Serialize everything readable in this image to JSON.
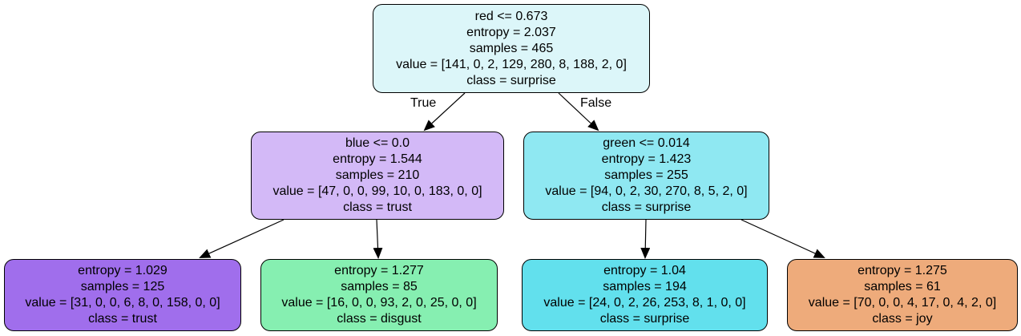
{
  "nodes": {
    "root": {
      "split": "red <= 0.673",
      "entropy": "entropy = 2.037",
      "samples": "samples = 465",
      "value": "value = [141, 0, 2, 129, 280, 8, 188, 2, 0]",
      "class": "class = surprise",
      "color": "#dcf6f9"
    },
    "left": {
      "split": "blue <= 0.0",
      "entropy": "entropy = 1.544",
      "samples": "samples = 210",
      "value": "value = [47, 0, 0, 99, 10, 0, 183, 0, 0]",
      "class": "class = trust",
      "color": "#d3b9f7"
    },
    "right": {
      "split": "green <= 0.014",
      "entropy": "entropy = 1.423",
      "samples": "samples = 255",
      "value": "value = [94, 0, 2, 30, 270, 8, 5, 2, 0]",
      "class": "class = surprise",
      "color": "#8fe8f2"
    },
    "left_left": {
      "entropy": "entropy = 1.029",
      "samples": "samples = 125",
      "value": "value = [31, 0, 0, 6, 8, 0, 158, 0, 0]",
      "class": "class = trust",
      "color": "#a06eec"
    },
    "left_right": {
      "entropy": "entropy = 1.277",
      "samples": "samples = 85",
      "value": "value = [16, 0, 0, 93, 2, 0, 25, 0, 0]",
      "class": "class = disgust",
      "color": "#86efb1"
    },
    "right_left": {
      "entropy": "entropy = 1.04",
      "samples": "samples = 194",
      "value": "value = [24, 0, 2, 26, 253, 8, 1, 0, 0]",
      "class": "class = surprise",
      "color": "#62e0ed"
    },
    "right_right": {
      "entropy": "entropy = 1.275",
      "samples": "samples = 61",
      "value": "value = [70, 0, 0, 4, 17, 0, 4, 2, 0]",
      "class": "class = joy",
      "color": "#eeab7b"
    }
  },
  "edge_labels": {
    "true": "True",
    "false": "False"
  }
}
